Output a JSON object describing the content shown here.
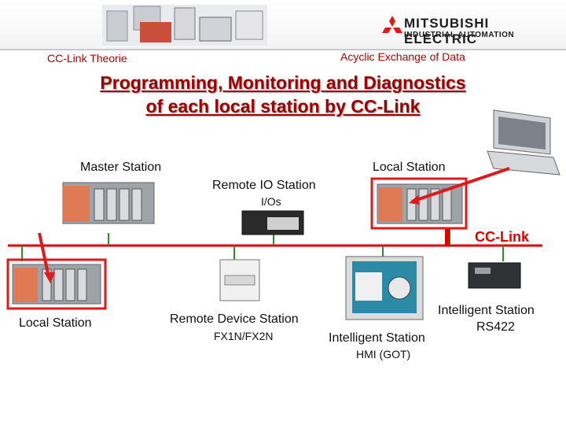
{
  "header": {
    "brand": "MITSUBISHI ELECTRIC",
    "division": "INDUSTRIAL AUTOMATION",
    "left_subtitle": "CC-Link Theorie",
    "right_subtitle": "Acyclic Exchange of Data"
  },
  "title": {
    "line1": "Programming, Monitoring and Diagnostics",
    "line2": "of each local station by CC-Link"
  },
  "stations": {
    "master": "Master Station",
    "local_top": "Local Station",
    "remote_io": "Remote IO Station",
    "remote_io_sub": "I/Os",
    "local_bottom": "Local Station",
    "remote_device": "Remote Device Station",
    "remote_device_sub": "FX1N/FX2N",
    "intelligent_hmi": "Intelligent Station",
    "intelligent_hmi_sub": "HMI (GOT)",
    "intelligent_rs": "Intelligent Station",
    "intelligent_rs_sub": "RS422"
  },
  "network": {
    "label": "CC-Link"
  },
  "colors": {
    "network_line": "#e00000",
    "drop_line": "#2e8b2e",
    "arrow": "#e0191c",
    "title": "#a00000"
  }
}
